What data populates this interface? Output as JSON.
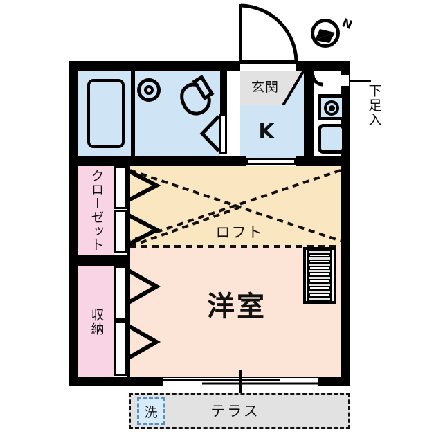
{
  "plan": {
    "type": "japanese-apartment-floor-plan",
    "layout_code": "1K + loft",
    "compass": {
      "label": "N",
      "direction": "north-indicator"
    },
    "rooms": [
      {
        "key": "genkan",
        "label": "玄関",
        "romaji": "genkan",
        "meaning": "entrance",
        "color": "#e2e2e2"
      },
      {
        "key": "kitchen",
        "label": "K",
        "romaji": "kitchen",
        "meaning": "kitchen",
        "color": "#cfe4f5"
      },
      {
        "key": "bath",
        "label": "",
        "romaji": "unit-bath",
        "meaning": "bath/toilet",
        "color": "#cfe4f5"
      },
      {
        "key": "loft",
        "label": "ロフト",
        "romaji": "rofuto",
        "meaning": "loft",
        "color": "#fae6c0"
      },
      {
        "key": "room",
        "label": "洋室",
        "romaji": "youshitsu",
        "meaning": "western room",
        "color": "#fce5d6"
      },
      {
        "key": "closet",
        "label": "クローゼット",
        "romaji": "closet",
        "meaning": "closet",
        "color": "#f9d4e4"
      },
      {
        "key": "storage",
        "label": "収納",
        "romaji": "shuunou",
        "meaning": "storage",
        "color": "#f9d4e4"
      },
      {
        "key": "terrace",
        "label": "テラス",
        "romaji": "terasu",
        "meaning": "terrace",
        "color": "#e2e2e2"
      }
    ],
    "annotations": [
      {
        "key": "shoe_cabinet",
        "label": "下足入",
        "romaji": "gesokuire",
        "meaning": "shoe cabinet"
      },
      {
        "key": "washer",
        "label": "洗",
        "romaji": "sen",
        "meaning": "washing machine space"
      }
    ],
    "fixtures": [
      {
        "key": "bathtub",
        "name": "bathtub"
      },
      {
        "key": "washbasin",
        "name": "wash-basin"
      },
      {
        "key": "toilet",
        "name": "toilet"
      },
      {
        "key": "stove",
        "name": "stove-burner"
      },
      {
        "key": "sink",
        "name": "kitchen-sink"
      },
      {
        "key": "ladder",
        "name": "loft-ladder",
        "steps": 8
      }
    ],
    "colors": {
      "wall": "#000000",
      "water_area": "#cfe4f5",
      "entrance": "#e2e2e2",
      "loft": "#fae6c0",
      "room": "#fce5d6",
      "closet": "#f9d4e4",
      "terrace": "#e2e2e2",
      "washer_box": "#d7ecf8",
      "washer_border": "#5a8fbf",
      "background": "#ffffff"
    }
  }
}
